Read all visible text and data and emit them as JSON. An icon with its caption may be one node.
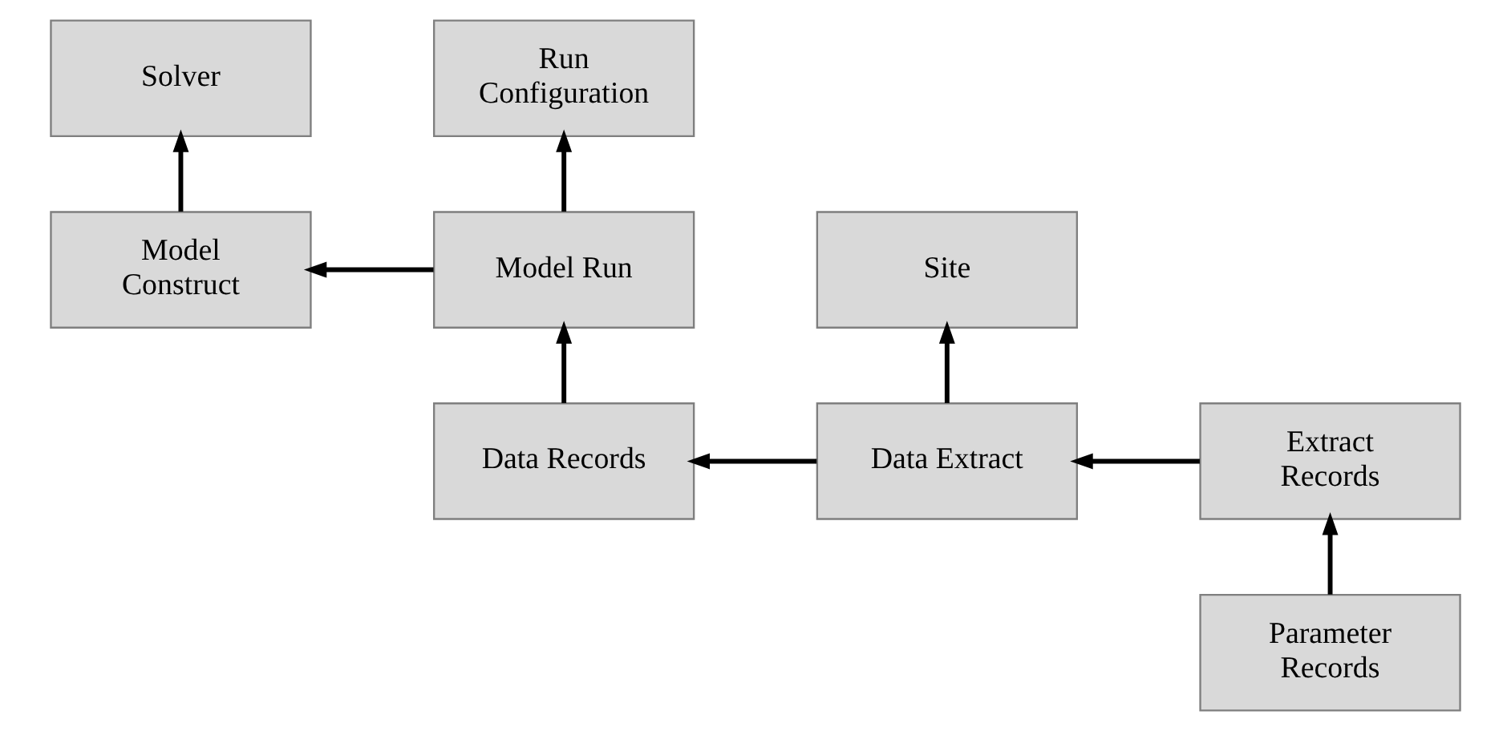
{
  "diagram": {
    "nodes": [
      {
        "text": [
          "Solver"
        ]
      },
      {
        "text": [
          "Run Configuration"
        ]
      },
      {
        "text": [
          "Model Construct"
        ]
      },
      {
        "text": [
          "Model Run"
        ]
      },
      {
        "text": [
          "Site"
        ]
      },
      {
        "text": [
          "Data Records"
        ]
      },
      {
        "text": [
          "Data Extract"
        ]
      },
      {
        "text": [
          "Extract Records"
        ]
      },
      {
        "text": [
          "Parameter Records"
        ]
      }
    ],
    "edges": [
      {
        "from": 2,
        "to": 0,
        "arrow": "to"
      },
      {
        "from": 3,
        "to": 1,
        "arrow": "to"
      },
      {
        "from": 3,
        "to": 2,
        "arrow": "to"
      },
      {
        "from": 5,
        "to": 3,
        "arrow": "to"
      },
      {
        "from": 6,
        "to": 4,
        "arrow": "to"
      },
      {
        "from": 6,
        "to": 5,
        "arrow": "to"
      },
      {
        "from": 7,
        "to": 6,
        "arrow": "to"
      },
      {
        "from": 8,
        "to": 7,
        "arrow": "to"
      }
    ]
  }
}
